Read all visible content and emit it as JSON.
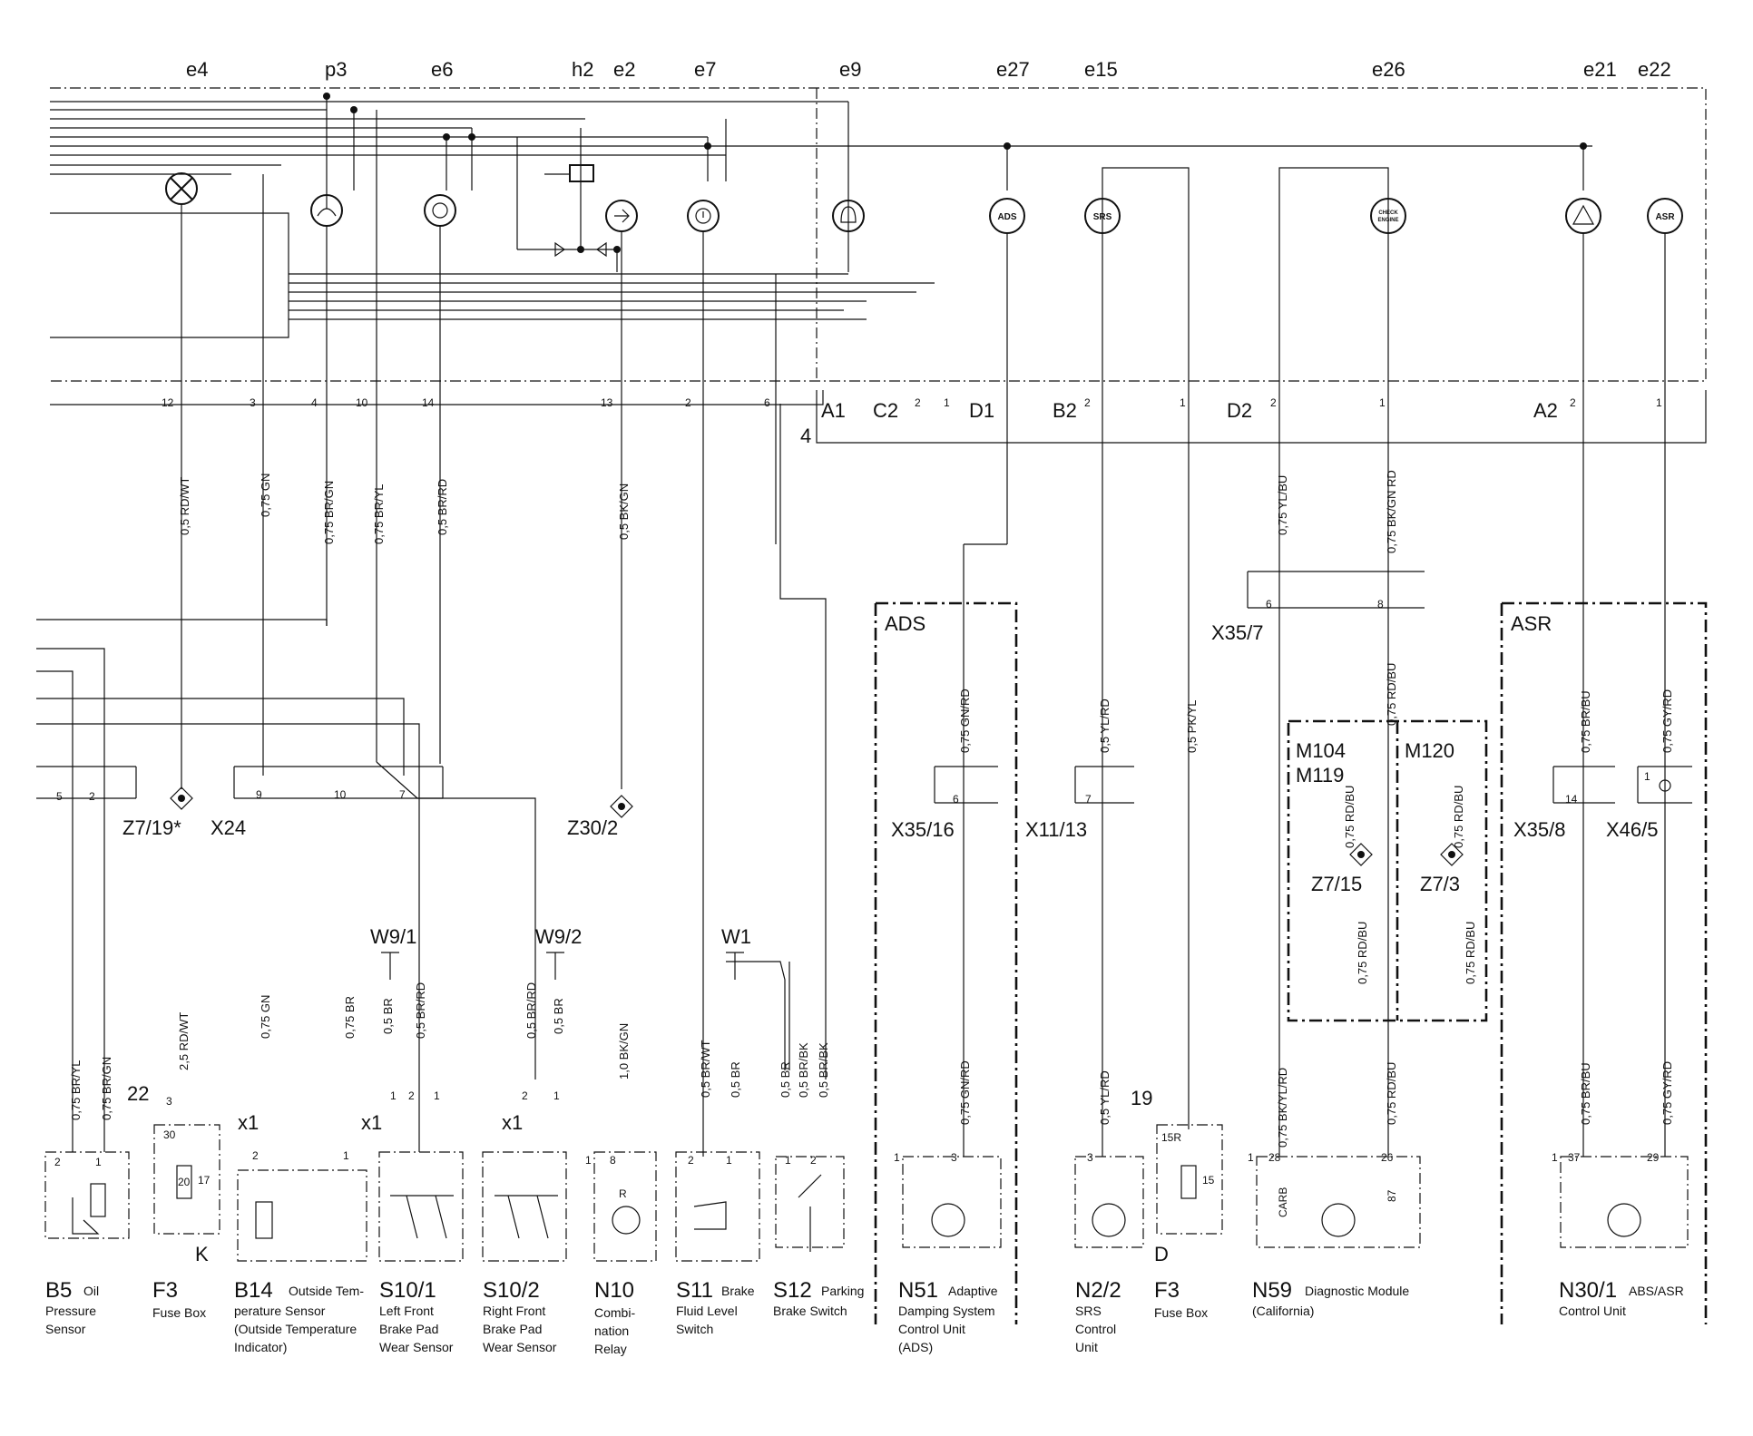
{
  "cluster": {
    "indicators": [
      {
        "label": "e4",
        "icon": "lamp-icon"
      },
      {
        "label": "p3",
        "icon": "oil-gauge-icon"
      },
      {
        "label": "e6",
        "icon": "brake-pad-icon"
      },
      {
        "label": "h2",
        "icon": "buzzer-icon"
      },
      {
        "label": "e2",
        "icon": "turn-signal-icon"
      },
      {
        "label": "e7",
        "icon": "brake-warning-icon"
      },
      {
        "label": "e9",
        "icon": "bell-icon"
      },
      {
        "label": "e27",
        "icon": "ads-lamp-icon",
        "symbol": "ADS"
      },
      {
        "label": "e15",
        "icon": "srs-lamp-icon",
        "symbol": "SRS"
      },
      {
        "label": "e26",
        "icon": "check-engine-icon",
        "symbol": "CHECK ENGINE"
      },
      {
        "label": "e21",
        "icon": "warning-triangle-icon"
      },
      {
        "label": "e22",
        "icon": "asr-lamp-icon",
        "symbol": "ASR"
      }
    ],
    "connector_labels": [
      "A1",
      "C2",
      "D1",
      "B2",
      "D2",
      "A2",
      "4"
    ],
    "pins": [
      "12",
      "3",
      "4",
      "10",
      "14",
      "13",
      "2",
      "6",
      "2",
      "1",
      "2",
      "1",
      "2",
      "1",
      "2",
      "1"
    ]
  },
  "wires": [
    "0,5 RD/WT",
    "0,75 GN",
    "0,75 BR/GN",
    "0,75 BR/YL",
    "0,5 BR/RD",
    "0,5 BK/GN",
    "0,75 YL/BU",
    "0,75 BK/GN RD",
    "0,75 GN/RD",
    "0,5 YL/RD",
    "0,5 PK/YL",
    "0,75 RD/BU",
    "0,75 BR/BU",
    "0,75 GY/RD",
    "0,75 BR/YL",
    "0,75 BR/GN",
    "2,5 RD/WT",
    "0,75 GN",
    "0,75 BR",
    "0,5 BR",
    "0,5 BR/RD",
    "0,5 BR/RD",
    "0,5 BR",
    "1,0 BK/GN",
    "0,5 BR/WT",
    "0,5 BR",
    "0,5 BR",
    "0,5 BR/BK",
    "0,5 BR/BK",
    "0,75 GN/RD",
    "0,5 YL/RD",
    "0,75 BK/YL/RD",
    "0,75 RD/BU",
    "0,75 BR/BU",
    "0,75 GY/RD",
    "0,75 RD/BU",
    "0,75 RD/BU",
    "0,75 RD/BU",
    "0,75 RD/BU"
  ],
  "connectors": [
    "Z7/19*",
    "X24",
    "Z30/2",
    "X35/16",
    "X11/13",
    "X35/7",
    "X35/8",
    "X46/5",
    "W9/1",
    "W9/2",
    "W1",
    "Z7/15",
    "Z7/3",
    "x1",
    "x1",
    "x1",
    "22",
    "19",
    "K",
    "D"
  ],
  "groups": {
    "ads": "ADS",
    "asr": "ASR",
    "m104": "M104",
    "m119": "M119",
    "m120": "M120"
  },
  "misc_labels": [
    "R",
    "CARB",
    "87",
    "15R",
    "30",
    "17",
    "20",
    "15",
    "28",
    "26",
    "37",
    "29",
    "3",
    "8",
    "1",
    "5",
    "9",
    "7",
    "14",
    "6",
    "1"
  ],
  "components": [
    {
      "id": "B5",
      "desc": [
        "Oil",
        "Pressure",
        "Sensor"
      ]
    },
    {
      "id": "F3",
      "desc": [
        "Fuse Box"
      ]
    },
    {
      "id": "B14",
      "desc": [
        "Outside Tem-",
        "perature Sensor",
        "(Outside Temperature",
        "Indicator)"
      ]
    },
    {
      "id": "S10/1",
      "desc": [
        "Left Front",
        "Brake Pad",
        "Wear Sensor"
      ]
    },
    {
      "id": "S10/2",
      "desc": [
        "Right Front",
        "Brake Pad",
        "Wear Sensor"
      ]
    },
    {
      "id": "N10",
      "desc": [
        "Combi-",
        "nation",
        "Relay"
      ]
    },
    {
      "id": "S11",
      "desc": [
        "Brake",
        "Fluid Level",
        "Switch"
      ]
    },
    {
      "id": "S12",
      "desc": [
        "Parking",
        "Brake Switch"
      ]
    },
    {
      "id": "N51",
      "desc": [
        "Adaptive",
        "Damping System",
        "Control Unit",
        "(ADS)"
      ]
    },
    {
      "id": "N2/2",
      "desc": [
        "SRS",
        "Control",
        "Unit"
      ]
    },
    {
      "id": "F3",
      "desc": [
        "Fuse Box"
      ]
    },
    {
      "id": "N59",
      "desc": [
        "Diagnostic Module",
        "(California)"
      ]
    },
    {
      "id": "N30/1",
      "desc": [
        "ABS/ASR",
        "Control Unit"
      ]
    }
  ]
}
